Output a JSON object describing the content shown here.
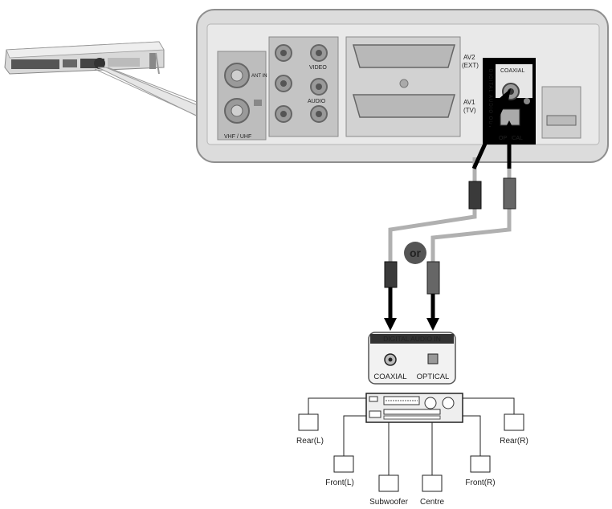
{
  "panel": {
    "av2_label": "AV2",
    "av2_sub": "(EXT)",
    "av1_label": "AV1",
    "av1_sub": "(TV)",
    "video_label": "VIDEO",
    "audio_label": "AUDIO",
    "ant_label": "ANT IN",
    "vhf_label": "VHF / UHF",
    "digital_out_vertical": "DIGITAL AUDIO OUT",
    "coaxial_port_label": "COAXIAL",
    "optical_port_label": "OPTICAL"
  },
  "cable_choice_label": "or",
  "receiver_input": {
    "header": "DIGITAL AUDIO IN",
    "coaxial_label": "COAXIAL",
    "optical_label": "OPTICAL"
  },
  "speakers": {
    "rear_left": "Rear(L)",
    "rear_right": "Rear(R)",
    "front_left": "Front(L)",
    "front_right": "Front(R)",
    "subwoofer": "Subwoofer",
    "centre": "Centre"
  }
}
